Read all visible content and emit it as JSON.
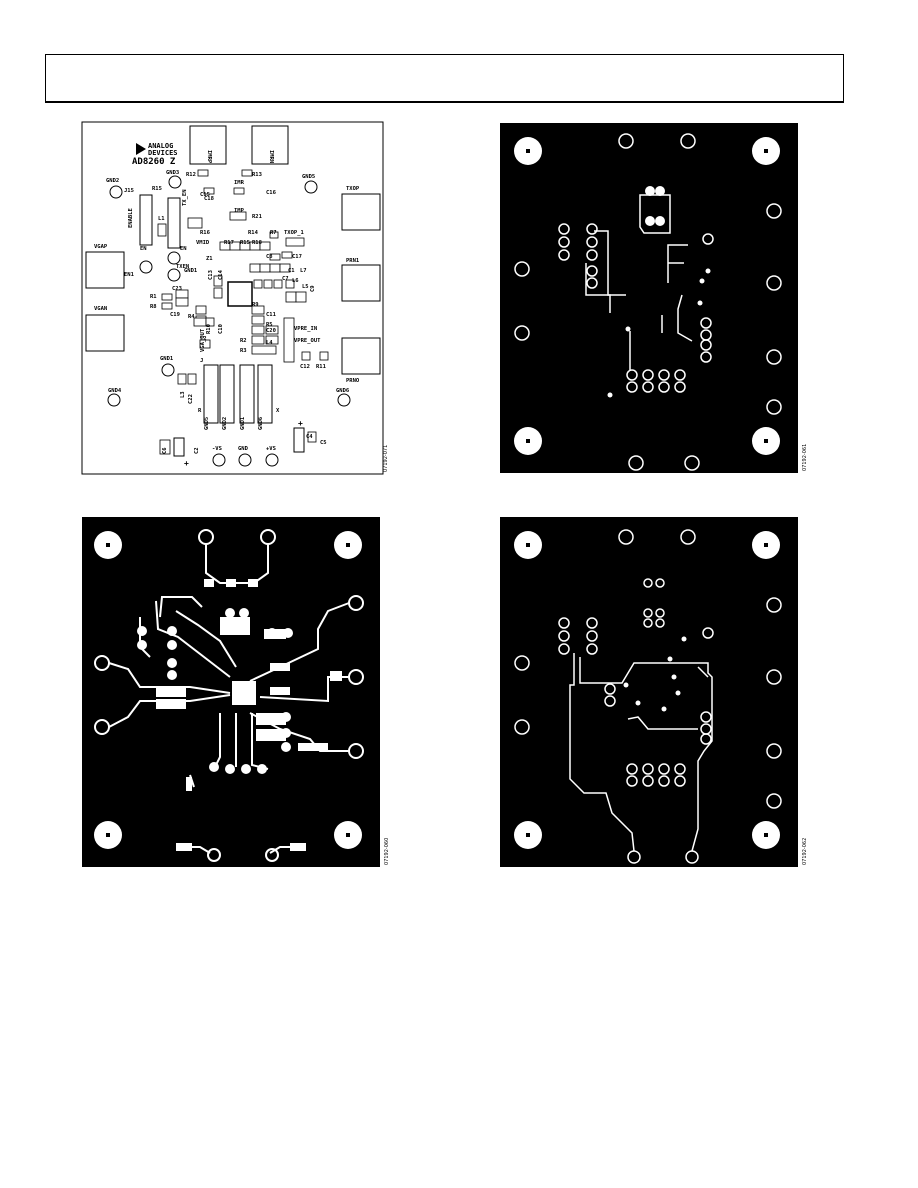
{
  "panels": {
    "silkscreen": {
      "figure_id": "07192-071",
      "logo_lines": [
        "ANALOG",
        "DEVICES"
      ],
      "board_name": "AD8260 Z",
      "labels": [
        "IMRP",
        "IMRN",
        "R12",
        "R13",
        "GND2",
        "GND3",
        "GND5",
        "GND4",
        "GND1",
        "GND6",
        "J15",
        "R15",
        "R16",
        "R18",
        "C15",
        "IMR",
        "C16",
        "TX_EN",
        "IMP",
        "R21",
        "ENABLE",
        "L1",
        "C18",
        "R14",
        "R7",
        "TXOP_1",
        "TXOP",
        "VGAP",
        "VGAN",
        "EN",
        "VMID",
        "EN1",
        "Z1",
        "R17",
        "R19",
        "C8",
        "C17",
        "C1",
        "L7",
        "PRN1",
        "PRNO",
        "C13",
        "C14",
        "C23",
        "C19",
        "R4",
        "C10",
        "R9",
        "C11",
        "L2",
        "L3",
        "L6",
        "L5",
        "VGA_OUT",
        "R2",
        "R5",
        "C20",
        "L4",
        "R3",
        "R10",
        "R1",
        "VPRE_IN",
        "VPRE_OUT",
        "C12",
        "R11",
        "R8",
        "C22",
        "L5",
        "GND5",
        "GND2",
        "GND1",
        "GND6",
        "C6",
        "C2",
        "C4",
        "C5",
        "+",
        "+",
        "-VS",
        "GND",
        "+VS"
      ]
    },
    "layer2": {
      "figure_id": "07192-061"
    },
    "layer1": {
      "figure_id": "07192-060"
    },
    "layer3": {
      "figure_id": "07192-062"
    }
  }
}
